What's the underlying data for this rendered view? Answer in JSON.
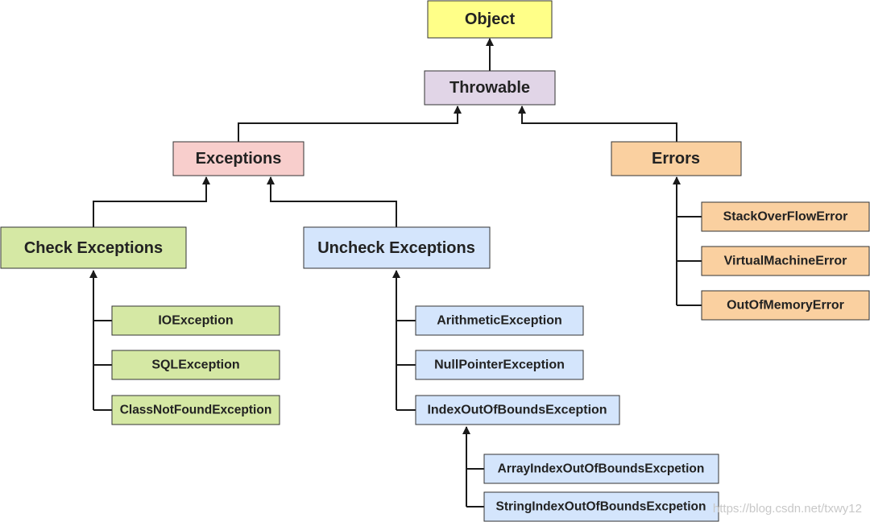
{
  "colors": {
    "yellow": "#ffff88",
    "purple": "#e1d5e7",
    "red": "#f8cecc",
    "orange": "#fad0a0",
    "green": "#d5e8a4",
    "blue": "#d4e5fc",
    "line": "#1a1a1a"
  },
  "nodes": {
    "object": "Object",
    "throwable": "Throwable",
    "exceptions": "Exceptions",
    "errors": "Errors",
    "check_exceptions": "Check Exceptions",
    "uncheck_exceptions": "Uncheck Exceptions",
    "io_exception": "IOException",
    "sql_exception": "SQLException",
    "class_not_found_exception": "ClassNotFoundException",
    "arithmetic_exception": "ArithmeticException",
    "null_pointer_exception": "NullPointerException",
    "index_out_of_bounds_exception": "IndexOutOfBoundsException",
    "array_index_out_of_bounds": "ArrayIndexOutOfBoundsExcpetion",
    "string_index_out_of_bounds": "StringIndexOutOfBoundsExcpetion",
    "stack_overflow_error": "StackOverFlowError",
    "virtual_machine_error": "VirtualMachineError",
    "out_of_memory_error": "OutOfMemoryError"
  },
  "watermark": "https://blog.csdn.net/txwy12"
}
